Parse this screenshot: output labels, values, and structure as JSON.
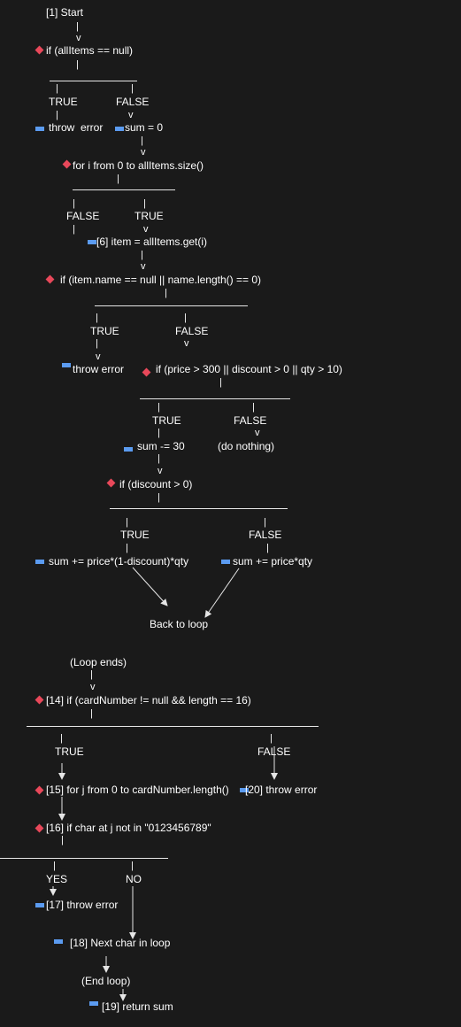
{
  "flow": {
    "start": "[1] Start",
    "cond_allitems": "if (allItems == null)",
    "true1": "TRUE",
    "false1": "FALSE",
    "throw1": "throw  error",
    "sum0": "sum = 0",
    "for_i": "for i from 0 to allItems.size()",
    "false2": "FALSE",
    "true2": "TRUE",
    "item_get": "[6] item = allItems.get(i)",
    "cond_name": "if (item.name == null || name.length() == 0)",
    "true3": "TRUE",
    "false3": "FALSE",
    "throw2": "throw error",
    "cond_price": "if (price > 300 || discount > 0 || qty > 10)",
    "true4": "TRUE",
    "false4": "FALSE",
    "sum_minus": "sum -= 30",
    "do_nothing": "(do nothing)",
    "cond_discount": "if (discount > 0)",
    "true5": "TRUE",
    "false5": "FALSE",
    "sum_disc": "sum += price*(1-discount)*qty",
    "sum_plain": "sum += price*qty",
    "back_loop": "Back to loop",
    "loop_ends": "(Loop ends)",
    "cond_card": "[14] if (cardNumber != null && length == 16)",
    "true6": "TRUE",
    "false6": "FALSE",
    "for_j": "[15] for j from 0 to cardNumber.length()",
    "throw20": "[20] throw error",
    "cond_char": "[16] if char at j not in \"0123456789\"",
    "yes": "YES",
    "no": "NO",
    "throw17": "[17] throw error",
    "next_char": "[18] Next char in loop",
    "end_loop": "(End loop)",
    "return_sum": "[19] return sum"
  },
  "colors": {
    "background": "#1a1a1a",
    "text": "#ffffff",
    "decision_marker": "#e8485a",
    "process_marker": "#5b9bf0"
  }
}
